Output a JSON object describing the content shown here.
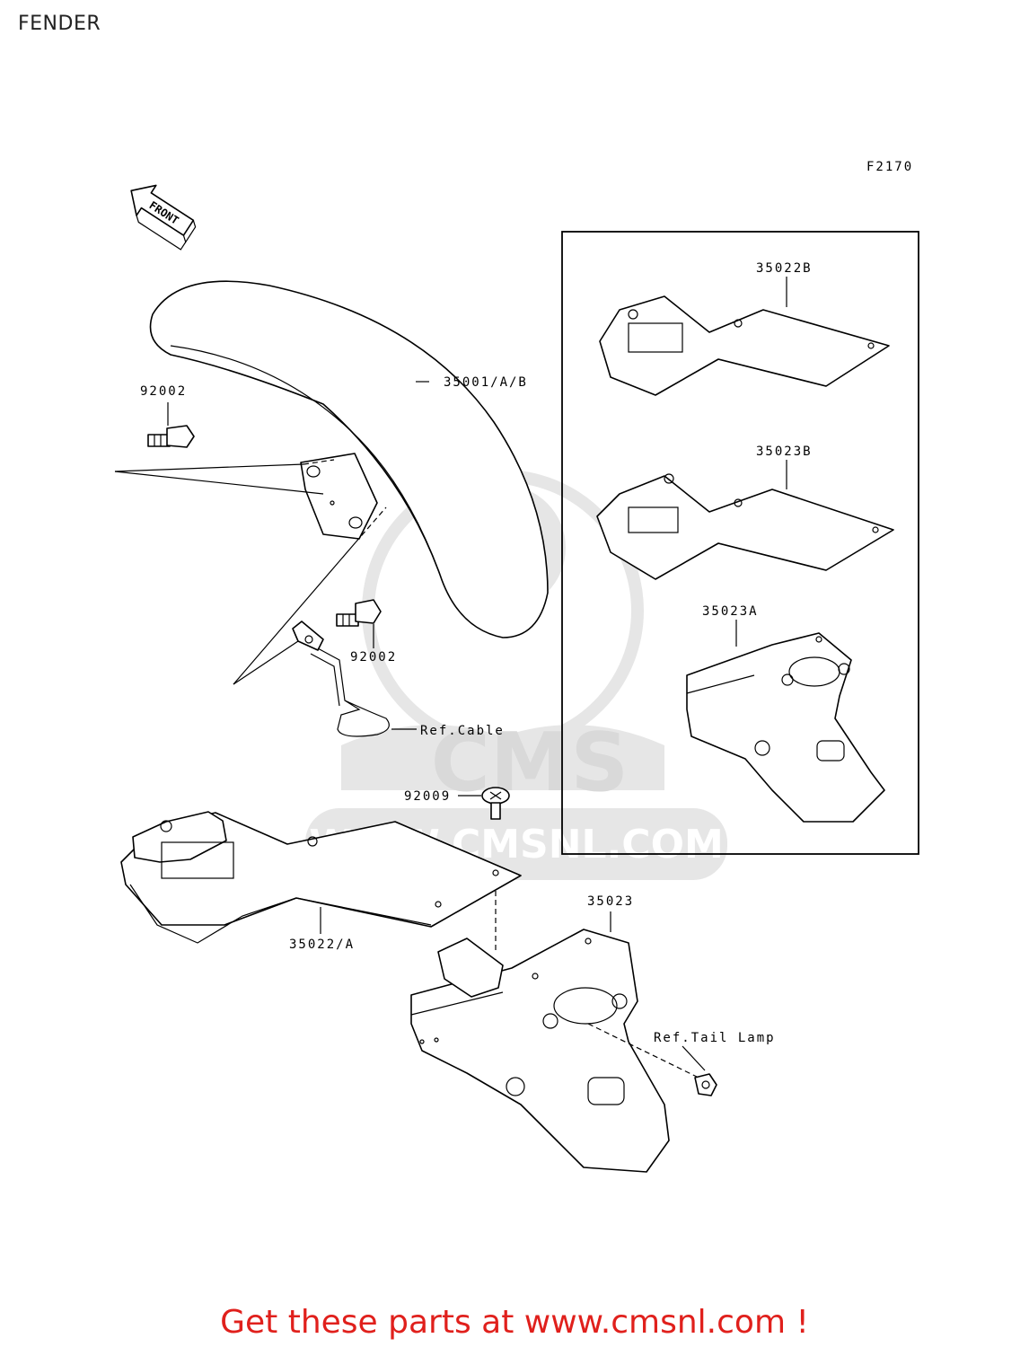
{
  "header": {
    "title": "FENDER"
  },
  "diagram": {
    "figure_code": "F2170",
    "front_arrow_label": "FRONT",
    "watermark": {
      "brand": "CMS",
      "url": "WWW.CMSNL.COM"
    },
    "labels": {
      "front_fender": "35001/A/B",
      "bolt_upper": "92002",
      "bolt_lower": "92002",
      "ref_cable": "Ref.Cable",
      "screw": "92009",
      "rear_fender_a": "35022/A",
      "rear_flap": "35023",
      "ref_tail_lamp": "Ref.Tail Lamp",
      "inset_fender_b": "35022B",
      "inset_flap_b": "35023B",
      "inset_flap_a": "35023A"
    }
  },
  "footer": {
    "text": "Get these parts at www.cmsnl.com !",
    "color": "#e0201c"
  }
}
